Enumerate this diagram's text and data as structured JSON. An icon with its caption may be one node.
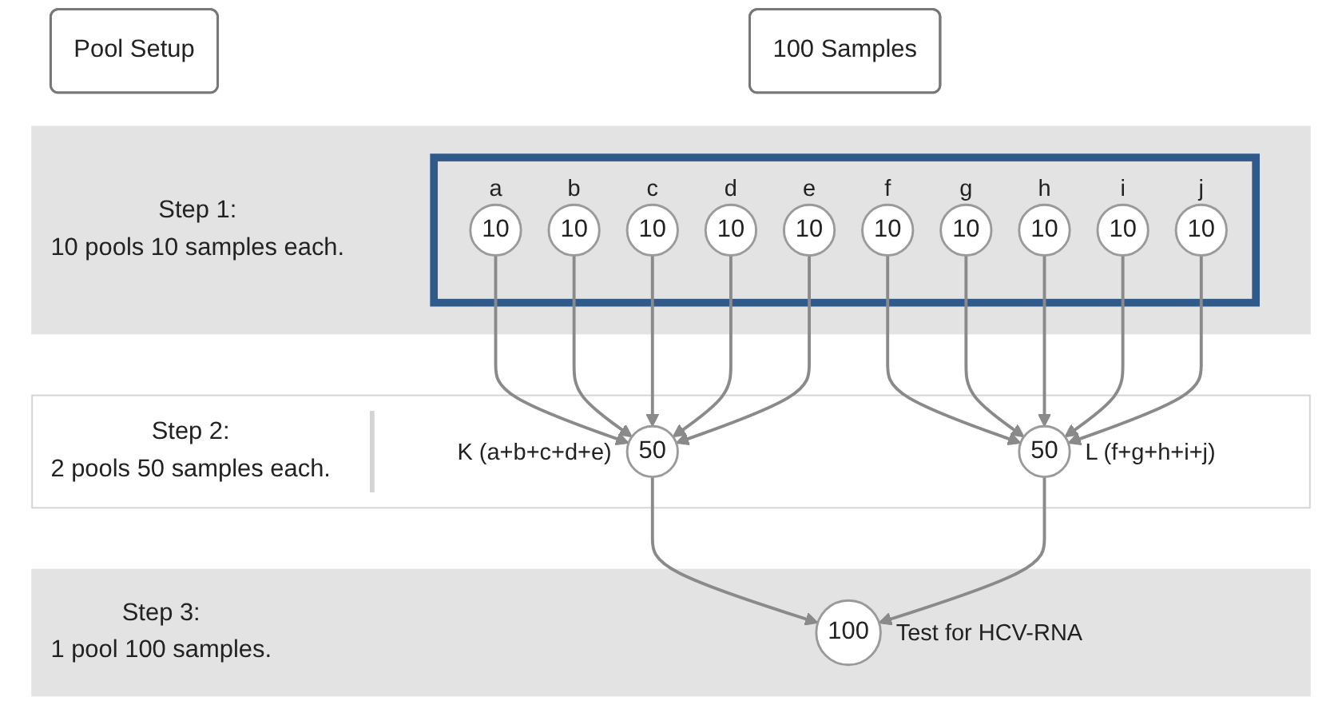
{
  "diagram": {
    "nodes": [
      {
        "text": [
          "Pool Setup"
        ]
      },
      {
        "text": [
          "100 Samples"
        ]
      },
      {
        "text": [
          "Step 1:",
          "10 pools 10 samples each."
        ]
      },
      {
        "text": [],
        "shape": "box",
        "in": 2
      },
      {
        "text": [
          "10"
        ],
        "beside": [
          "a"
        ],
        "in": 3
      },
      {
        "text": [
          "10"
        ],
        "beside": [
          "b"
        ],
        "in": 3
      },
      {
        "text": [
          "10"
        ],
        "beside": [
          "c"
        ],
        "in": 3
      },
      {
        "text": [
          "10"
        ],
        "beside": [
          "d"
        ],
        "in": 3
      },
      {
        "text": [
          "10"
        ],
        "beside": [
          "e"
        ],
        "in": 3
      },
      {
        "text": [
          "10"
        ],
        "beside": [
          "f"
        ],
        "in": 3
      },
      {
        "text": [
          "10"
        ],
        "beside": [
          "g"
        ],
        "in": 3
      },
      {
        "text": [
          "10"
        ],
        "beside": [
          "h"
        ],
        "in": 3
      },
      {
        "text": [
          "10"
        ],
        "beside": [
          "i"
        ],
        "in": 3
      },
      {
        "text": [
          "10"
        ],
        "beside": [
          "j"
        ],
        "in": 3
      },
      {
        "text": [
          "Step 2:",
          "2 pools 50 samples each."
        ]
      },
      {
        "text": [
          "50"
        ],
        "beside": [
          "K (a+b+c+d+e)"
        ],
        "in": 14
      },
      {
        "text": [
          "50"
        ],
        "beside": [
          "L (f+g+h+i+j)"
        ],
        "in": 14
      },
      {
        "text": [
          "Step 3:",
          "1 pool 100 samples."
        ]
      },
      {
        "text": [
          "100"
        ],
        "beside": [
          "Test for HCV-RNA"
        ],
        "in": 17
      }
    ],
    "edges": [
      {
        "from": 4,
        "to": 15,
        "arrow": "to"
      },
      {
        "from": 5,
        "to": 15,
        "arrow": "to"
      },
      {
        "from": 6,
        "to": 15,
        "arrow": "to"
      },
      {
        "from": 7,
        "to": 15,
        "arrow": "to"
      },
      {
        "from": 8,
        "to": 15,
        "arrow": "to"
      },
      {
        "from": 9,
        "to": 16,
        "arrow": "to"
      },
      {
        "from": 10,
        "to": 16,
        "arrow": "to"
      },
      {
        "from": 11,
        "to": 16,
        "arrow": "to"
      },
      {
        "from": 12,
        "to": 16,
        "arrow": "to"
      },
      {
        "from": 13,
        "to": 16,
        "arrow": "to"
      },
      {
        "from": 15,
        "to": 18,
        "arrow": "to"
      },
      {
        "from": 16,
        "to": 18,
        "arrow": "to"
      }
    ]
  }
}
